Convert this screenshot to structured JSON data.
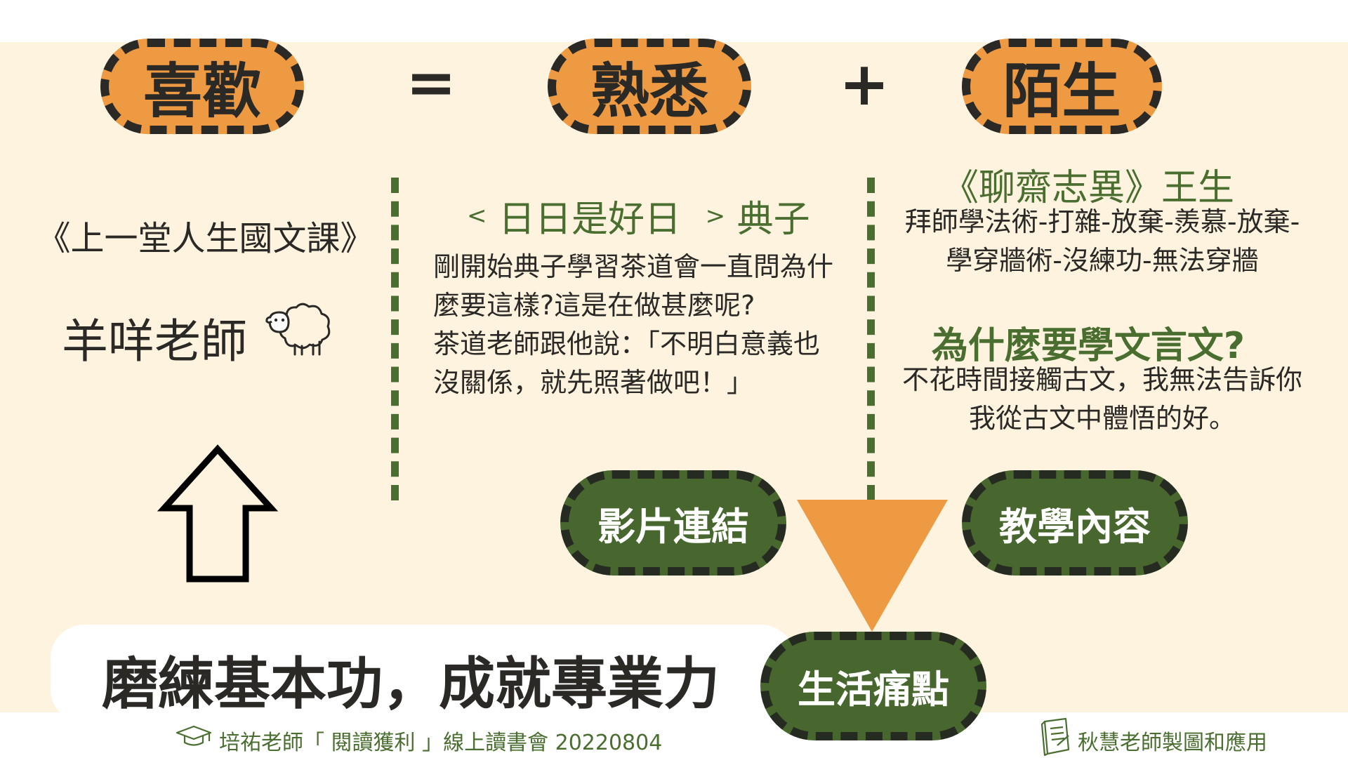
{
  "formula": {
    "term1": "喜歡",
    "equals": "=",
    "term2": "熟悉",
    "plus": "+",
    "term3": "陌生"
  },
  "left": {
    "book": "《上一堂人生國文課》",
    "teacher": "羊咩老師",
    "icon": "sheep-icon",
    "arrow": "up-arrow-icon"
  },
  "middle": {
    "title_open": "<",
    "title_name": "日日是好日",
    "title_close": ">",
    "title_person": "典子",
    "lines": [
      "剛開始典子學習茶道會一直問為什",
      "麼要這樣?這是在做甚麼呢?",
      "茶道老師跟他說：「不明白意義也",
      "沒關係，就先照著做吧！」"
    ]
  },
  "right": {
    "title": "《聊齋志異》王生",
    "lines": [
      "拜師學法術-打雜-放棄-羨慕-放棄-",
      "學穿牆術-沒練功-無法穿牆"
    ],
    "question": "為什麼要學文言文?",
    "answer_lines": [
      "不花時間接觸古文，我無法告訴你",
      "我從古文中體悟的好。"
    ]
  },
  "pills": {
    "video": "影片連結",
    "teaching": "教學內容",
    "pain": "生活痛點"
  },
  "banner": "磨練基本功，成就專業力",
  "footer": {
    "left": "培祐老師「 閱讀獲利 」線上讀書會 20220804",
    "right": "秋慧老師製圖和應用",
    "left_icon": "graduation-cap-icon",
    "right_icon": "notebook-icon"
  },
  "colors": {
    "background": "#fdf3df",
    "orange": "#ee9a43",
    "green": "#48672f",
    "dark": "#2a2926"
  }
}
